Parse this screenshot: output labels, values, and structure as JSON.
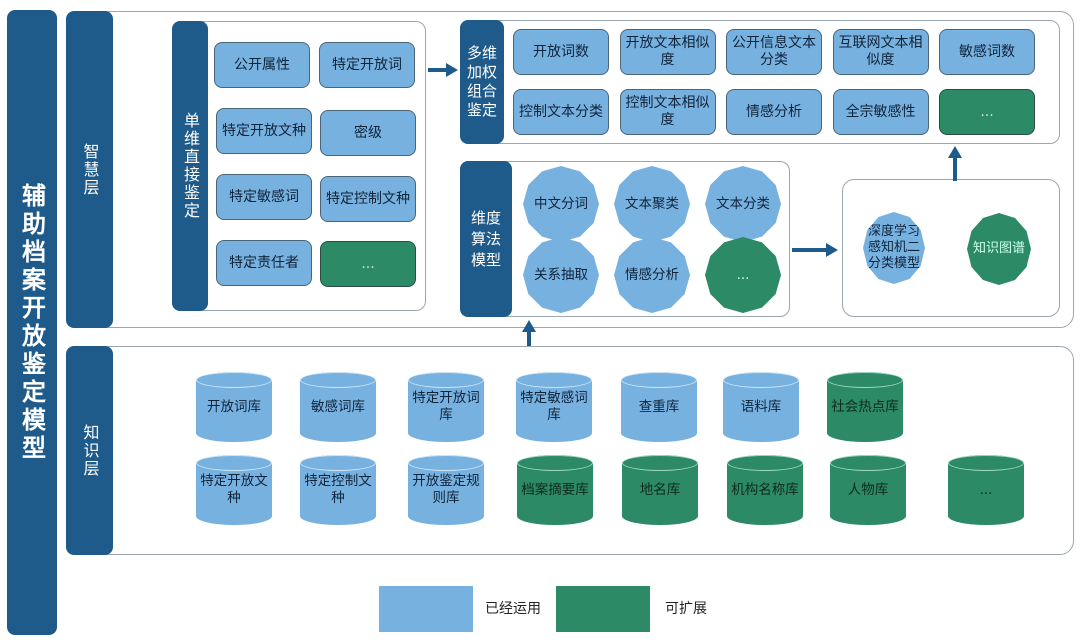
{
  "title": "辅助档案开放鉴定模型",
  "layers": {
    "wisdom": "智慧层",
    "knowledge": "知识层"
  },
  "single_dim": {
    "label": "单维直接鉴定",
    "items": [
      {
        "text": "公开属性",
        "status": "used"
      },
      {
        "text": "特定开放词",
        "status": "used"
      },
      {
        "text": "特定开放文种",
        "status": "used"
      },
      {
        "text": "密级",
        "status": "used"
      },
      {
        "text": "特定敏感词",
        "status": "used"
      },
      {
        "text": "特定控制文种",
        "status": "used"
      },
      {
        "text": "特定责任者",
        "status": "used"
      },
      {
        "text": "...",
        "status": "expandable"
      }
    ]
  },
  "multi_dim": {
    "label": "多维加权组合鉴定",
    "items": [
      {
        "text": "开放词数",
        "status": "used"
      },
      {
        "text": "开放文本相似度",
        "status": "used"
      },
      {
        "text": "公开信息文本分类",
        "status": "used"
      },
      {
        "text": "互联网文本相似度",
        "status": "used"
      },
      {
        "text": "敏感词数",
        "status": "used"
      },
      {
        "text": "控制文本分类",
        "status": "used"
      },
      {
        "text": "控制文本相似度",
        "status": "used"
      },
      {
        "text": "情感分析",
        "status": "used"
      },
      {
        "text": "全宗敏感性",
        "status": "used"
      },
      {
        "text": "...",
        "status": "expandable"
      }
    ]
  },
  "algorithms": {
    "label": "维度算法模型",
    "items": [
      {
        "text": "中文分词",
        "status": "used"
      },
      {
        "text": "文本聚类",
        "status": "used"
      },
      {
        "text": "文本分类",
        "status": "used"
      },
      {
        "text": "关系抽取",
        "status": "used"
      },
      {
        "text": "情感分析",
        "status": "used"
      },
      {
        "text": "...",
        "status": "expandable"
      }
    ]
  },
  "deep_models": {
    "items": [
      {
        "text": "深度学习感知机二分类模型",
        "status": "used"
      },
      {
        "text": "知识图谱",
        "status": "expandable"
      }
    ]
  },
  "knowledge_bases": {
    "row1": [
      {
        "text": "开放词库",
        "status": "used"
      },
      {
        "text": "敏感词库",
        "status": "used"
      },
      {
        "text": "特定开放词库",
        "status": "used"
      },
      {
        "text": "特定敏感词库",
        "status": "used"
      },
      {
        "text": "查重库",
        "status": "used"
      },
      {
        "text": "语料库",
        "status": "used"
      },
      {
        "text": "社会热点库",
        "status": "expandable"
      }
    ],
    "row2": [
      {
        "text": "特定开放文种",
        "status": "used"
      },
      {
        "text": "特定控制文种",
        "status": "used"
      },
      {
        "text": "开放鉴定规则库",
        "status": "used"
      },
      {
        "text": "档案摘要库",
        "status": "expandable"
      },
      {
        "text": "地名库",
        "status": "expandable"
      },
      {
        "text": "机构名称库",
        "status": "expandable"
      },
      {
        "text": "人物库",
        "status": "expandable"
      },
      {
        "text": "...",
        "status": "expandable"
      }
    ]
  },
  "legend": {
    "used": "已经运用",
    "expandable": "可扩展"
  },
  "colors": {
    "used": "#77b1e0",
    "expandable": "#2d8a66",
    "bar": "#1e5a8a"
  }
}
